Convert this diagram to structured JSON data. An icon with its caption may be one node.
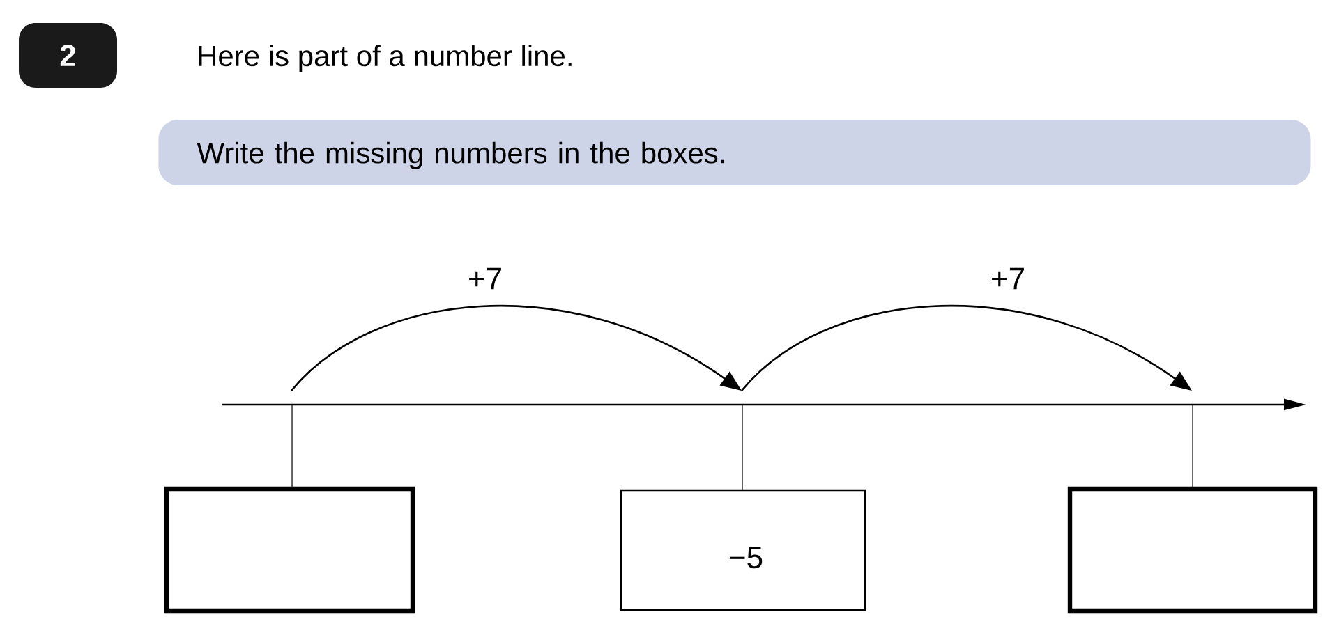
{
  "diagram": {
    "nodes": [
      {
        "text": [
          "2"
        ]
      },
      {
        "text": [
          "Write the missing numbers in the boxes."
        ]
      },
      {
        "text": [],
        "shape": "box"
      },
      {
        "text": [
          "−5"
        ]
      },
      {
        "text": [],
        "shape": "box"
      },
      {
        "text": [],
        "shape": "tick"
      },
      {
        "text": [],
        "shape": "tick"
      },
      {
        "text": [],
        "shape": "tick"
      }
    ],
    "edges": [
      {
        "from": 5,
        "to": 6,
        "arrow": "to",
        "label": "+7"
      },
      {
        "from": 6,
        "to": 7,
        "arrow": "to",
        "label": "+7"
      }
    ],
    "labels": [
      "Here is part of a number line."
    ]
  }
}
